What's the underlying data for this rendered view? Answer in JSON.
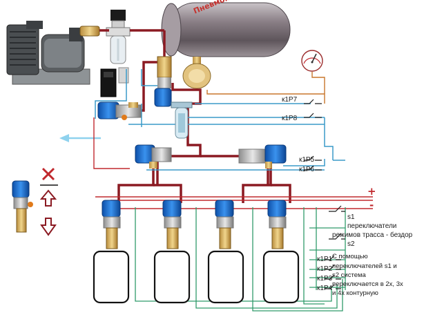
{
  "watermark": "Пневмоподвеска",
  "relays": {
    "k1p7": "к1Р7",
    "k1p8": "к1Р8",
    "k1p5": "к1Р5",
    "k1p6": "к1Р6",
    "k1p1": "к1Р1",
    "k1p2": "к1Р2",
    "k1p3": "к1Р3",
    "k1p4": "к1Р4"
  },
  "power": {
    "plus": "+",
    "minus": "-"
  },
  "switches": {
    "s1_label": "s1",
    "s1_desc": "переключатели",
    "mode_desc": "режимов  трасса - бездор",
    "s2_label": "s2"
  },
  "note": {
    "line1": "С помощью",
    "line2": "переключателей s1 и",
    "line3": "s2 система",
    "line4": "переключается в 2х, 3х",
    "line5": "и 4х контурную"
  },
  "legend": {
    "close": "✕"
  },
  "colors": {
    "pressure_line": "#8b1a22",
    "signal_blue": "#3a9ac8",
    "signal_green": "#2f9a6a",
    "wire_red": "#c0282d",
    "wire_orange": "#c8762a",
    "valve_blue": "#1f6fd0",
    "tank": "#8c7f86"
  }
}
